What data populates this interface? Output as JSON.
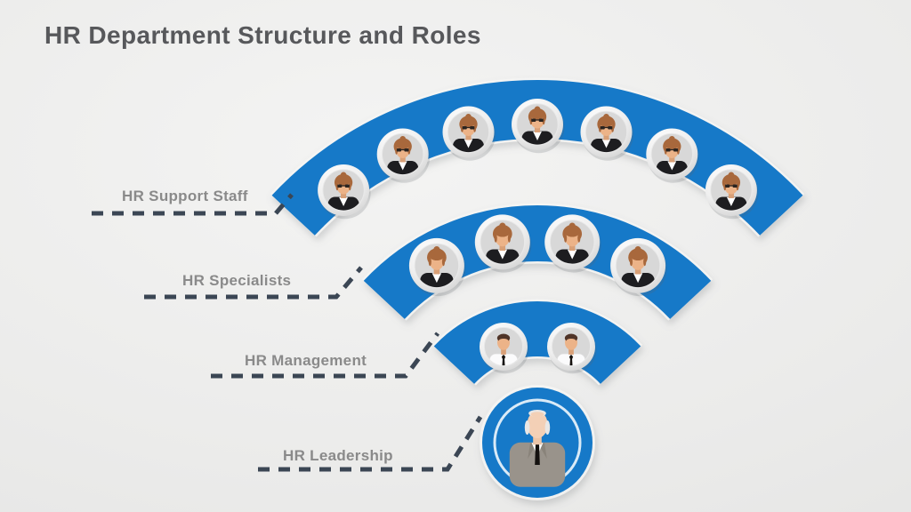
{
  "title": "HR Department Structure and Roles",
  "colors": {
    "arc_blue": "#1679C8",
    "background_gray": "#EBEBEA",
    "title_text": "#57585B",
    "label_text": "#8A8A8A",
    "connector_dark": "#3B4654",
    "avatar_plate": "#D8D8D8",
    "suit_black": "#1D1D20",
    "suit_gray": "#99938B",
    "skin": "#ECB388",
    "hair_brown": "#A8683C",
    "hair_dark": "#503428",
    "hair_gray": "#E9E7E5"
  },
  "tiers": [
    {
      "label": "HR Support Staff",
      "members": 7,
      "avatar": "female-glasses-dark-suit"
    },
    {
      "label": "HR Specialists",
      "members": 4,
      "avatar": "female-dark-suit"
    },
    {
      "label": "HR Management",
      "members": 2,
      "avatar": "male-shirt-tie"
    },
    {
      "label": "HR Leadership",
      "members": 1,
      "avatar": "senior-male-gray-suit"
    }
  ]
}
